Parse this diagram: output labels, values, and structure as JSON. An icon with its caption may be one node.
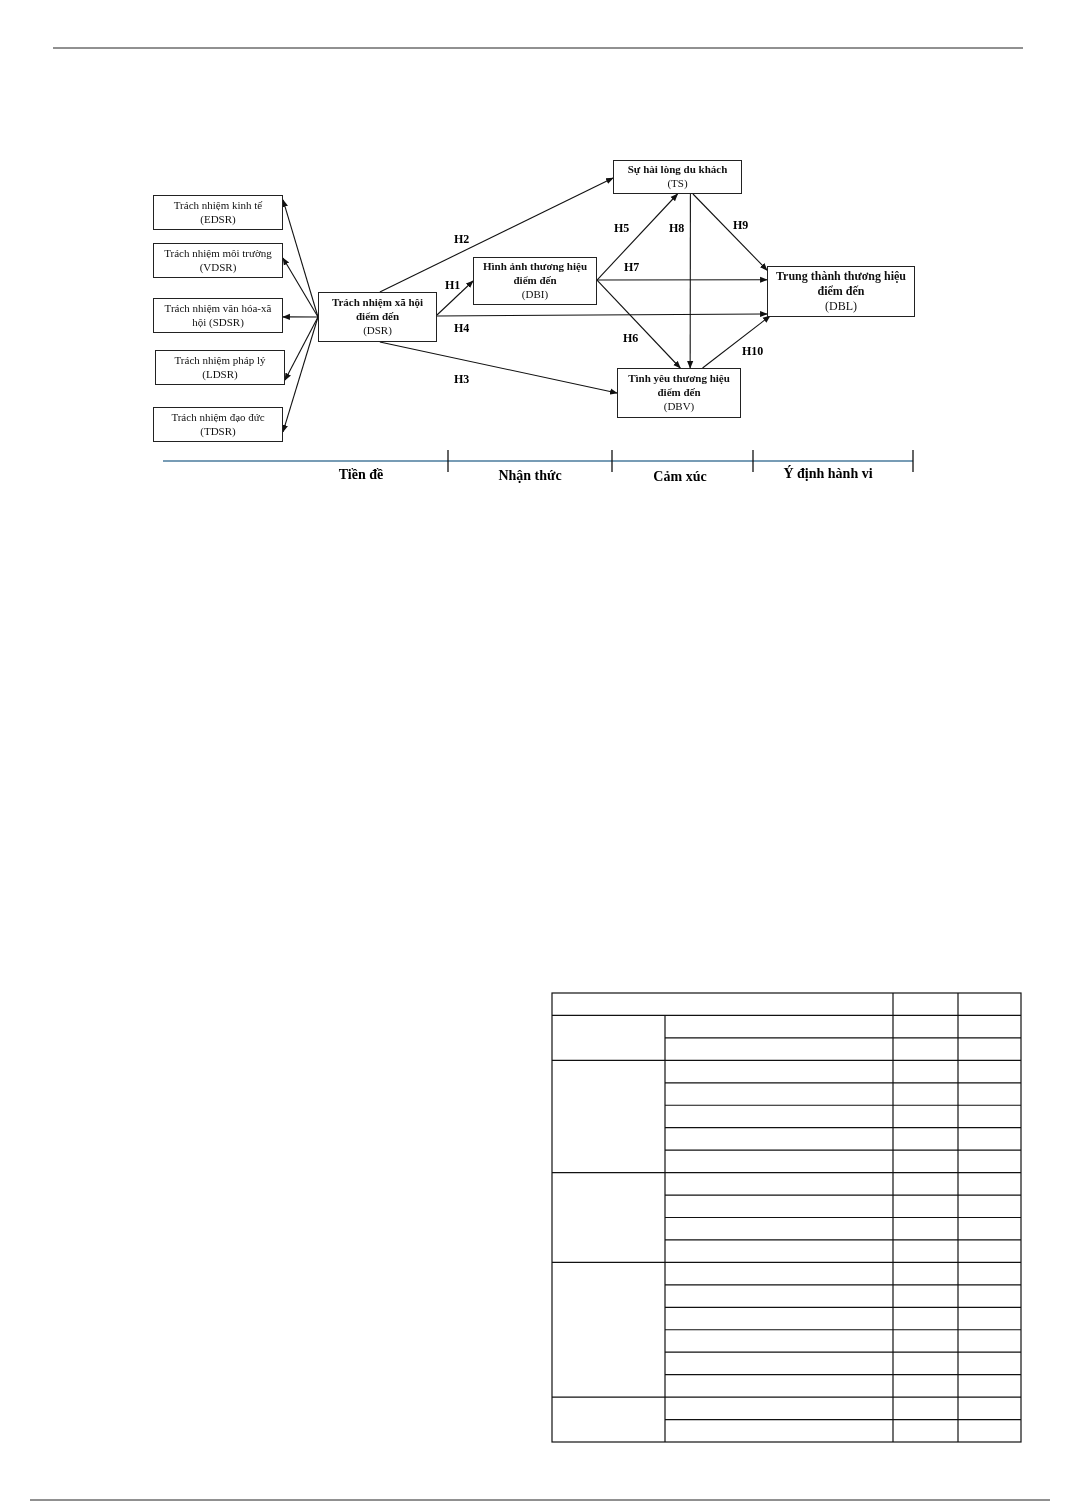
{
  "diagram": {
    "nodes": [
      {
        "text": [
          "Trách nhiệm kinh tế (EDSR)"
        ]
      },
      {
        "text": [
          "Trách nhiệm môi trường (VDSR)"
        ]
      },
      {
        "text": [
          "Trách nhiệm văn hóa-xã hội (SDSR)"
        ]
      },
      {
        "text": [
          "Trách nhiệm pháp lý (LDSR)"
        ]
      },
      {
        "text": [
          "Trách nhiệm đạo đức (TDSR)"
        ]
      },
      {
        "text": [
          "Trách nhiệm xã hội điểm đến",
          "(DSR)"
        ]
      },
      {
        "text": [
          "Sự hài lòng du khách",
          "(TS)"
        ]
      },
      {
        "text": [
          "Hình ảnh thương hiệu điểm đến",
          "(DBI)"
        ]
      },
      {
        "text": [
          "Tình yêu thương hiệu điểm đến",
          "(DBV)"
        ]
      },
      {
        "text": [
          "Trung thành thương hiệu điểm đến",
          "(DBL)"
        ]
      }
    ],
    "edges": [
      {
        "from": 5,
        "to": 0,
        "arrow": "to"
      },
      {
        "from": 5,
        "to": 1,
        "arrow": "to"
      },
      {
        "from": 5,
        "to": 2,
        "arrow": "to"
      },
      {
        "from": 5,
        "to": 3,
        "arrow": "to"
      },
      {
        "from": 5,
        "to": 4,
        "arrow": "to"
      },
      {
        "from": 5,
        "to": 7,
        "arrow": "to",
        "label": "H1"
      },
      {
        "from": 5,
        "to": 6,
        "arrow": "to",
        "label": "H2"
      },
      {
        "from": 5,
        "to": 8,
        "arrow": "to",
        "label": "H3"
      },
      {
        "from": 5,
        "to": 9,
        "arrow": "to",
        "label": "H4"
      },
      {
        "from": 7,
        "to": 6,
        "arrow": "to",
        "label": "H5"
      },
      {
        "from": 7,
        "to": 8,
        "arrow": "to",
        "label": "H6"
      },
      {
        "from": 7,
        "to": 9,
        "arrow": "to",
        "label": "H7"
      },
      {
        "from": 6,
        "to": 8,
        "arrow": "to",
        "label": "H8"
      },
      {
        "from": 6,
        "to": 9,
        "arrow": "to",
        "label": "H9"
      },
      {
        "from": 8,
        "to": 9,
        "arrow": "to",
        "label": "H10"
      }
    ],
    "labels": [
      "Tiền đề",
      "Nhận thức",
      "Cảm xúc",
      "Ý định hành vi"
    ]
  }
}
